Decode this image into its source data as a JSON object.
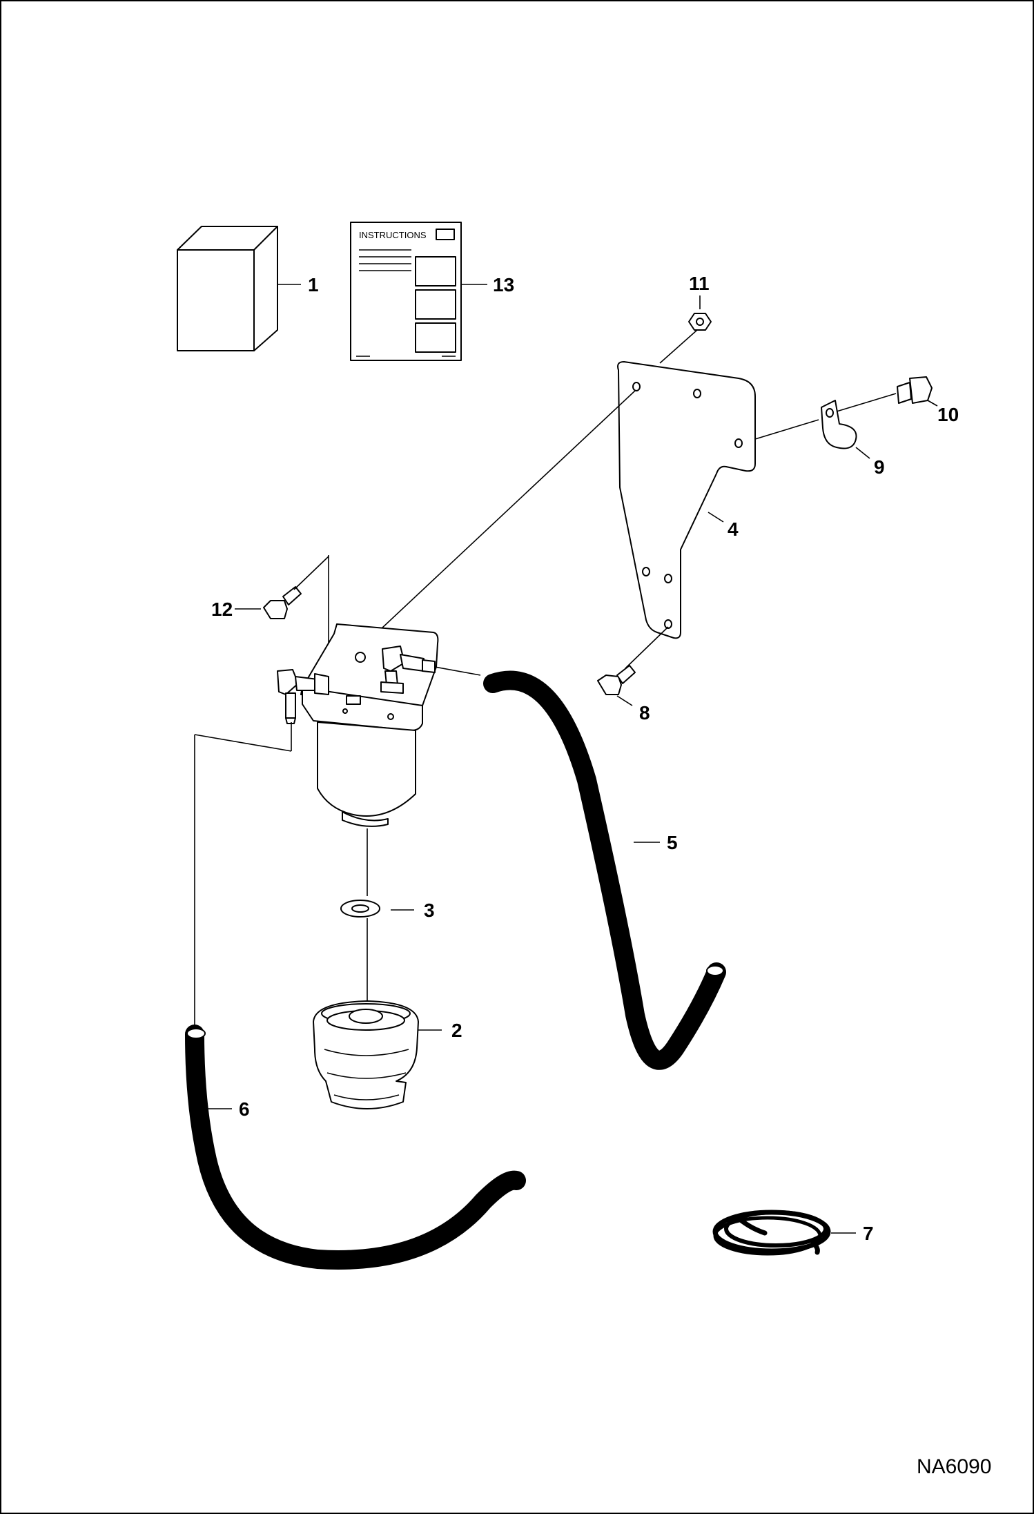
{
  "diagram": {
    "drawing_code": "NA6090",
    "instruction_sheet_title": "INSTRUCTIONS",
    "callouts": [
      "1",
      "2",
      "3",
      "4",
      "5",
      "6",
      "7",
      "8",
      "9",
      "10",
      "11",
      "12",
      "13"
    ]
  }
}
